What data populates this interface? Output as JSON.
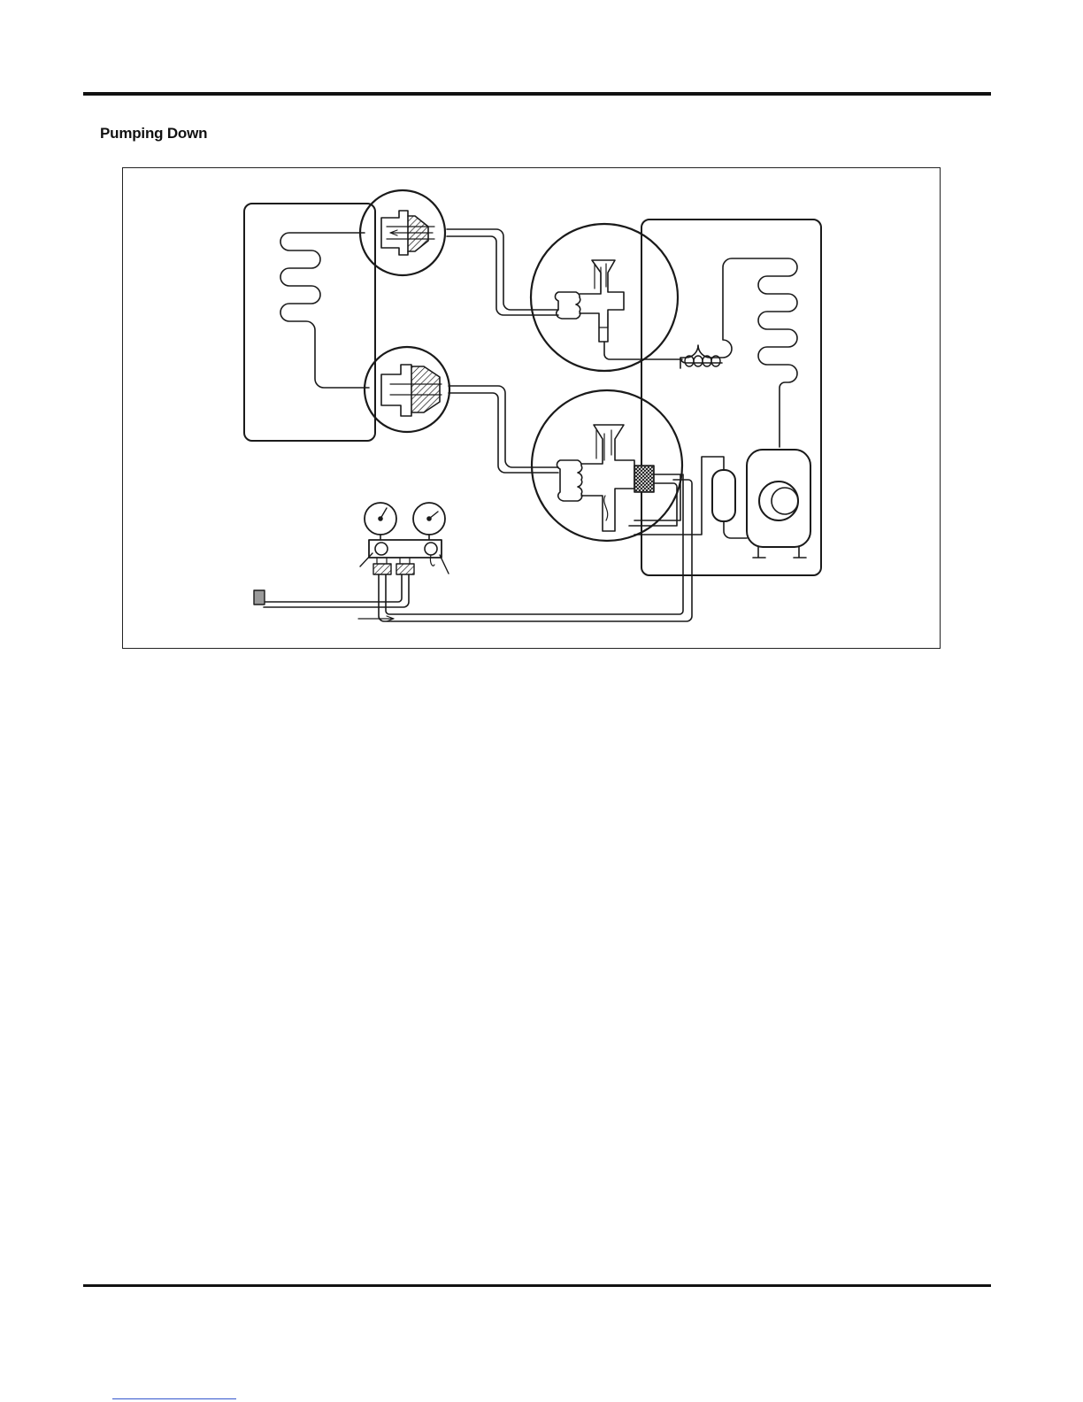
{
  "section": {
    "title": "Pumping Down"
  },
  "figure": {
    "components": [
      "indoor-unit",
      "outdoor-unit",
      "flare-connection",
      "service-valve",
      "manifold-gauge",
      "compressor",
      "accumulator",
      "capillary-coil"
    ]
  },
  "colors": {
    "line": "#1a1a1a",
    "rule": "#111111",
    "link": "#3355cc",
    "charging_port": "#9a9a9a"
  }
}
